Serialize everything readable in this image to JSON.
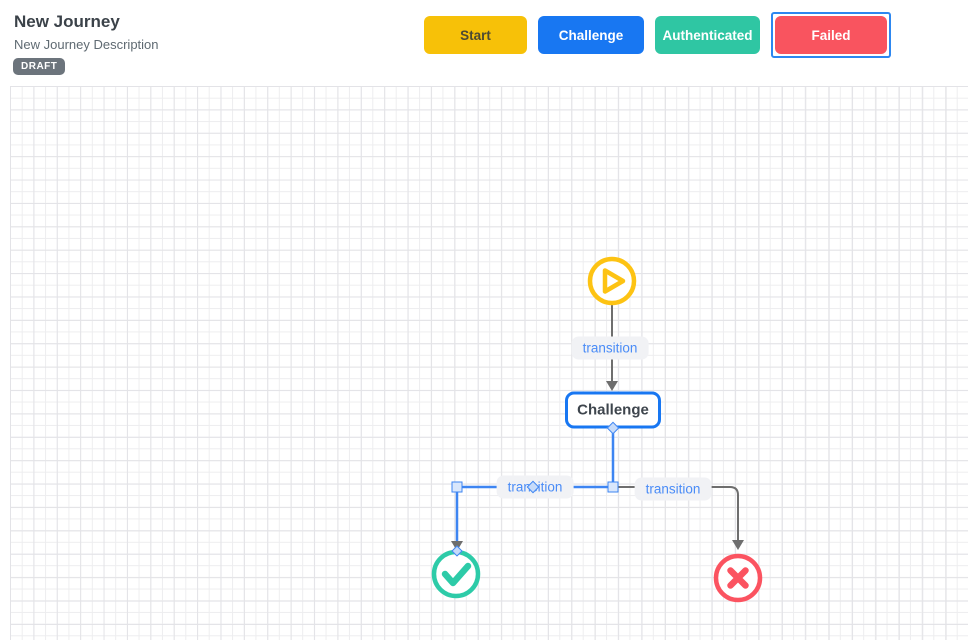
{
  "header": {
    "title": "New Journey",
    "subtitle": "New Journey Description",
    "status_badge": "DRAFT",
    "palette_buttons": [
      {
        "label": "Start",
        "color": "#F7C108",
        "text_color": "#4D4A33",
        "selected": false
      },
      {
        "label": "Challenge",
        "color": "#1877F2",
        "text_color": "#FFFFFF",
        "selected": false
      },
      {
        "label": "Authenticated",
        "color": "#2FC6A3",
        "text_color": "#FFFFFF",
        "selected": false
      },
      {
        "label": "Failed",
        "color": "#F9545F",
        "text_color": "#FFFFFF",
        "selected": true
      }
    ],
    "selection_outline_color": "#2D87F0"
  },
  "canvas": {
    "nodes": [
      {
        "id": "start",
        "type": "start-node",
        "icon": "play-circle-icon",
        "color": "#FDC313"
      },
      {
        "id": "challenge",
        "type": "state-node",
        "label": "Challenge",
        "border_color": "#1877F2"
      },
      {
        "id": "authenticated",
        "type": "success-node",
        "icon": "check-circle-icon",
        "color": "#2DCBA8"
      },
      {
        "id": "failed",
        "type": "failure-node",
        "icon": "x-circle-icon",
        "color": "#FB5360"
      }
    ],
    "edges": [
      {
        "from": "start",
        "to": "challenge",
        "label": "transition",
        "selected": false
      },
      {
        "from": "challenge",
        "to": "authenticated",
        "label": "transition",
        "selected": true
      },
      {
        "from": "challenge",
        "to": "failed",
        "label": "transition",
        "selected": false
      }
    ],
    "edge_color": "#6E6E6E",
    "selected_edge_color": "#3D85F2",
    "edge_label_text_color": "#4A8CF7",
    "grid_line_colors": {
      "minor": "#EDEDEF",
      "major": "#E3E3E7"
    }
  }
}
